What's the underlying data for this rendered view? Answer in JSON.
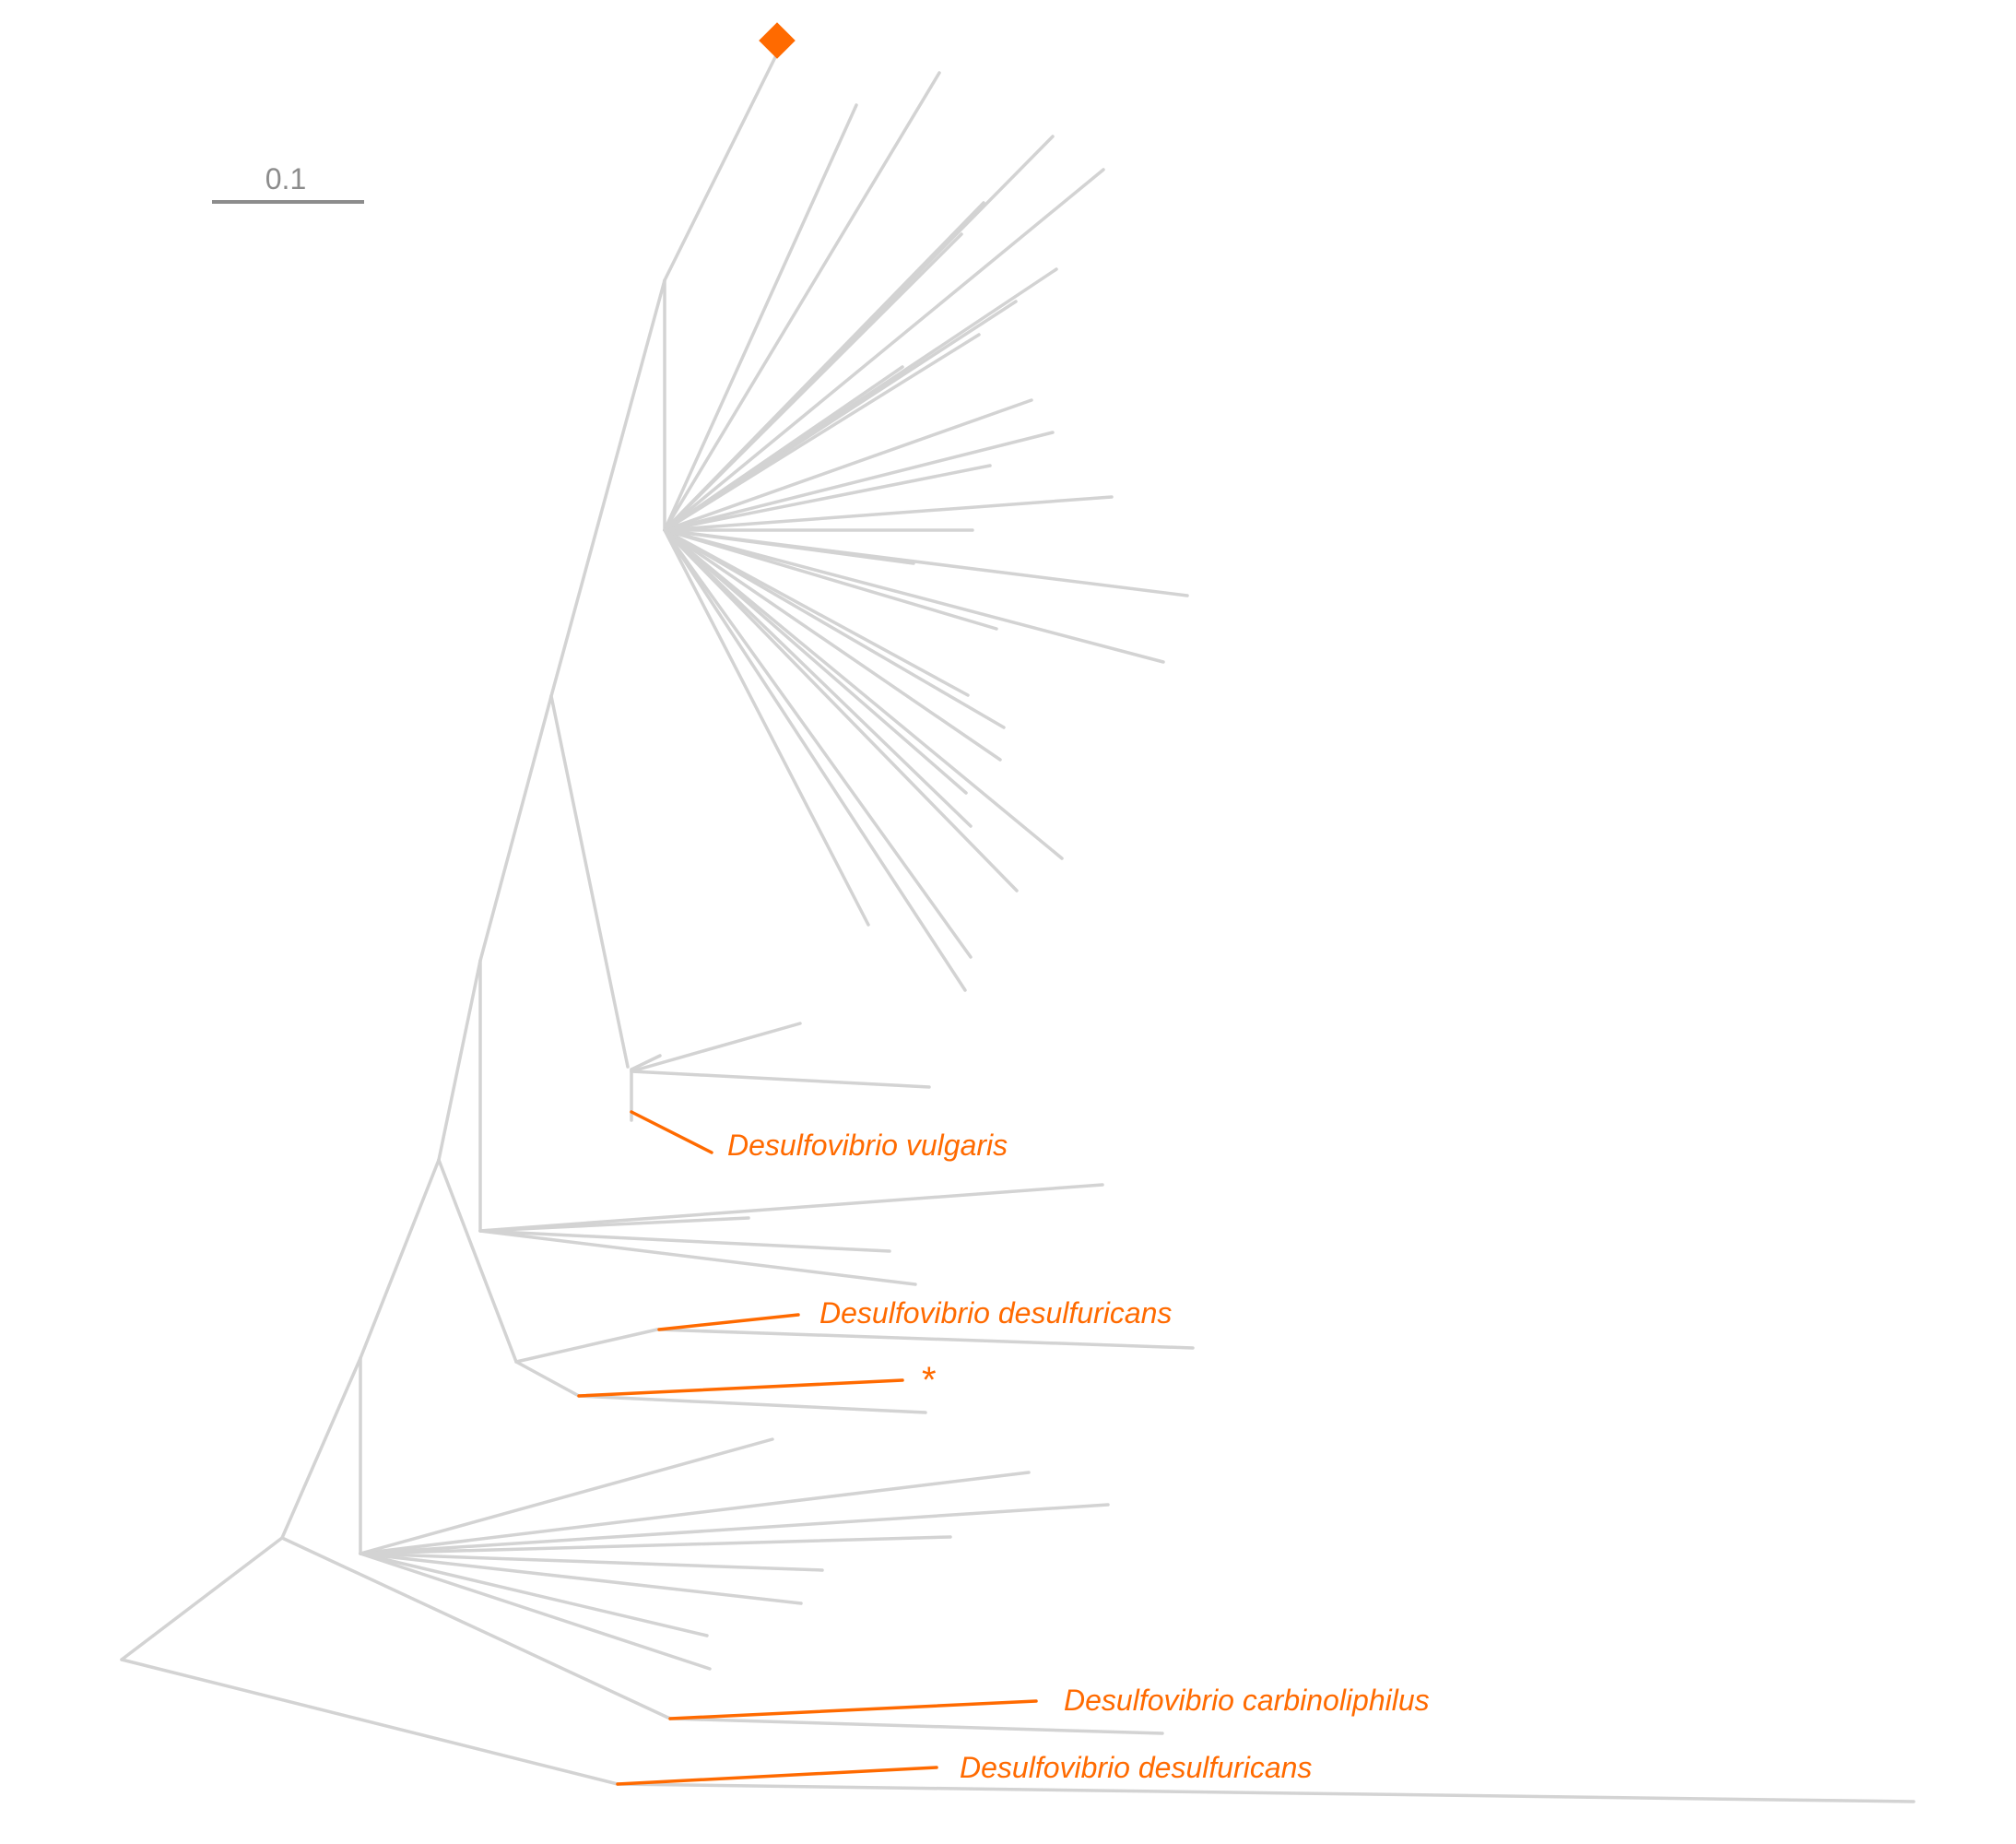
{
  "scale_bar": {
    "label": "0.1"
  },
  "colors": {
    "branch": "#d3d3d3",
    "highlight": "#ff6a00",
    "scale": "#8c8c8c"
  },
  "marker": {
    "shape": "diamond",
    "color": "#ff6a00"
  },
  "taxa": [
    {
      "id": "vulgaris",
      "name": "Desulfovibrio vulgaris"
    },
    {
      "id": "desulfuricans-1",
      "name": "Desulfovibrio desulfuricans"
    },
    {
      "id": "unnamed-star",
      "name": "*"
    },
    {
      "id": "carbinoliphilus",
      "name": "Desulfovibrio carbinoliphilus"
    },
    {
      "id": "desulfuricans-2",
      "name": "Desulfovibrio desulfuricans"
    }
  ]
}
